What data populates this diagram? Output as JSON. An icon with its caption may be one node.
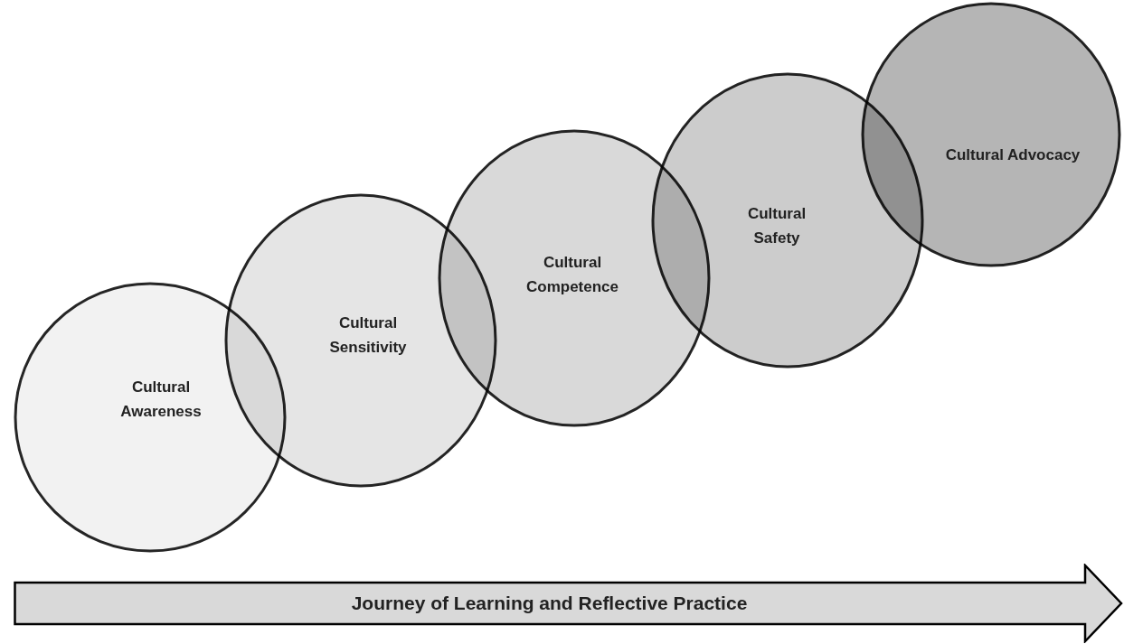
{
  "diagram": {
    "nodes": [
      {
        "text": [
          "Cultural Awareness"
        ]
      },
      {
        "text": [
          "Cultural Sensitivity"
        ]
      },
      {
        "text": [
          "Cultural Competence"
        ]
      },
      {
        "text": [
          "Cultural Safety"
        ]
      },
      {
        "text": [
          "Cultural Advocacy"
        ]
      },
      {
        "text": [
          "Journey of Learning and Reflective Practice"
        ]
      }
    ]
  }
}
